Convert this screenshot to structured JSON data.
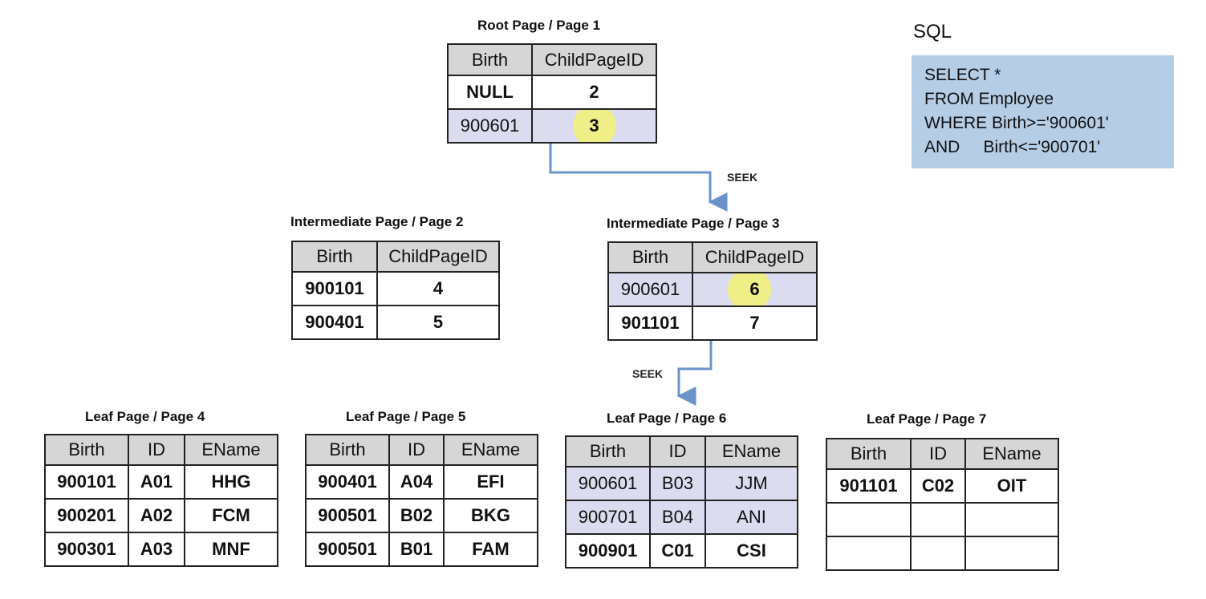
{
  "sql": {
    "heading": "SQL",
    "lines": [
      "SELECT *",
      "FROM Employee",
      "WHERE Birth>='900601'",
      "AND     Birth<='900701'"
    ]
  },
  "seek_label": "SEEK",
  "root": {
    "title": "Root Page / Page 1",
    "columns": [
      "Birth",
      "ChildPageID"
    ],
    "rows": [
      [
        "NULL",
        "2"
      ],
      [
        "900601",
        "3"
      ]
    ]
  },
  "intermediate_2": {
    "title": "Intermediate Page / Page 2",
    "columns": [
      "Birth",
      "ChildPageID"
    ],
    "rows": [
      [
        "900101",
        "4"
      ],
      [
        "900401",
        "5"
      ]
    ]
  },
  "intermediate_3": {
    "title": "Intermediate Page / Page 3",
    "columns": [
      "Birth",
      "ChildPageID"
    ],
    "rows": [
      [
        "900601",
        "6"
      ],
      [
        "901101",
        "7"
      ]
    ]
  },
  "leaf_4": {
    "title": "Leaf Page / Page 4",
    "columns": [
      "Birth",
      "ID",
      "EName"
    ],
    "rows": [
      [
        "900101",
        "A01",
        "HHG"
      ],
      [
        "900201",
        "A02",
        "FCM"
      ],
      [
        "900301",
        "A03",
        "MNF"
      ]
    ]
  },
  "leaf_5": {
    "title": "Leaf Page / Page 5",
    "columns": [
      "Birth",
      "ID",
      "EName"
    ],
    "rows": [
      [
        "900401",
        "A04",
        "EFI"
      ],
      [
        "900501",
        "B02",
        "BKG"
      ],
      [
        "900501",
        "B01",
        "FAM"
      ]
    ]
  },
  "leaf_6": {
    "title": "Leaf Page / Page 6",
    "columns": [
      "Birth",
      "ID",
      "EName"
    ],
    "rows": [
      [
        "900601",
        "B03",
        "JJM"
      ],
      [
        "900701",
        "B04",
        "ANI"
      ],
      [
        "900901",
        "C01",
        "CSI"
      ]
    ]
  },
  "leaf_7": {
    "title": "Leaf Page / Page 7",
    "columns": [
      "Birth",
      "ID",
      "EName"
    ],
    "rows": [
      [
        "901101",
        "C02",
        "OIT"
      ],
      [
        "",
        "",
        ""
      ],
      [
        "",
        "",
        ""
      ]
    ]
  },
  "colors": {
    "highlight_row": "#dcdcf0",
    "seek_dot": "#f2ef7a",
    "arrow": "#6a93cc",
    "sql_box": "#b6cde6"
  }
}
